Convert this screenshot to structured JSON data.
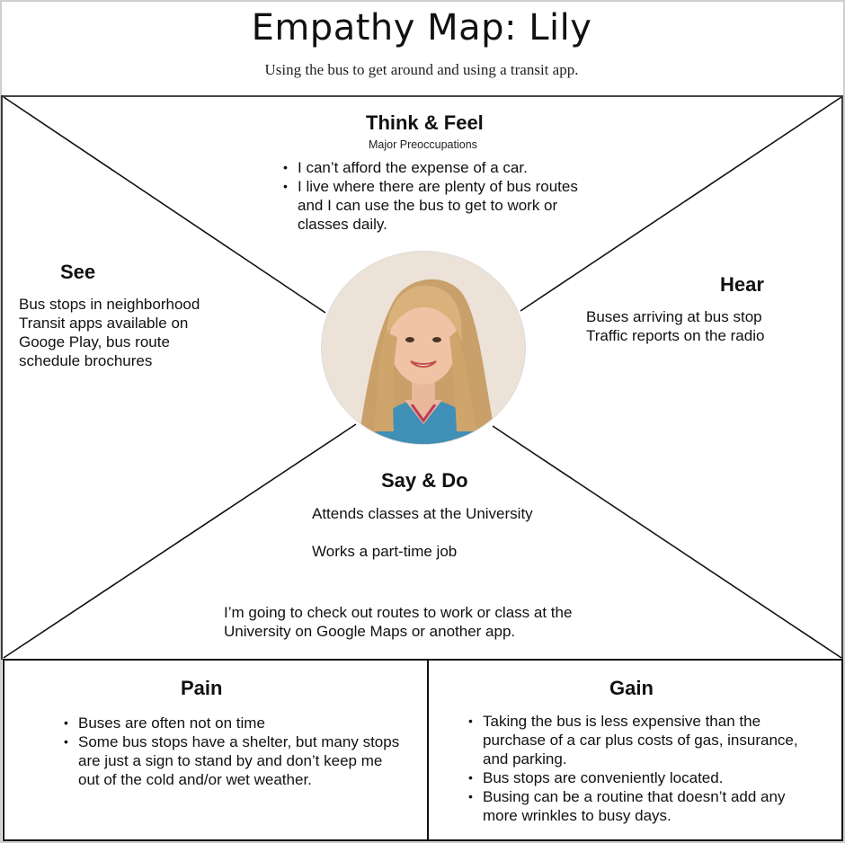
{
  "header": {
    "title": "Empathy Map: Lily",
    "subtitle": "Using the bus to get around and using a transit app."
  },
  "think_feel": {
    "heading": "Think & Feel",
    "caption": "Major Preoccupations",
    "items": [
      "I can’t afford the expense of a car.",
      "I live where there are plenty of bus routes and I can use the bus to get to work or classes daily."
    ]
  },
  "see": {
    "heading": "See",
    "lines": [
      "Bus stops in neighborhood",
      "Transit apps available on",
      "Googe Play, bus route",
      "schedule brochures"
    ]
  },
  "hear": {
    "heading": "Hear",
    "lines": [
      "Buses arriving at bus stop",
      "Traffic reports on the radio"
    ]
  },
  "say_do": {
    "heading": "Say & Do",
    "line1": "Attends classes at the University",
    "line2": "Works a part-time job",
    "quote_lines": [
      "I’m going to check out routes to work or class at the",
      "University on Google Maps or another app."
    ]
  },
  "pain": {
    "heading": "Pain",
    "items": [
      "Buses are often not on time",
      "Some bus stops have a shelter, but many stops are just a sign to stand by and don’t keep me out of the cold and/or wet weather."
    ]
  },
  "gain": {
    "heading": "Gain",
    "items": [
      "Taking the bus is less expensive than the purchase of a car plus costs of gas, insurance, and parking.",
      "Bus stops are conveniently located.",
      "Busing can be a routine that doesn’t add any more wrinkles to busy days."
    ]
  },
  "colors": {
    "line": "#111111",
    "frame": "#cfcfcf"
  }
}
